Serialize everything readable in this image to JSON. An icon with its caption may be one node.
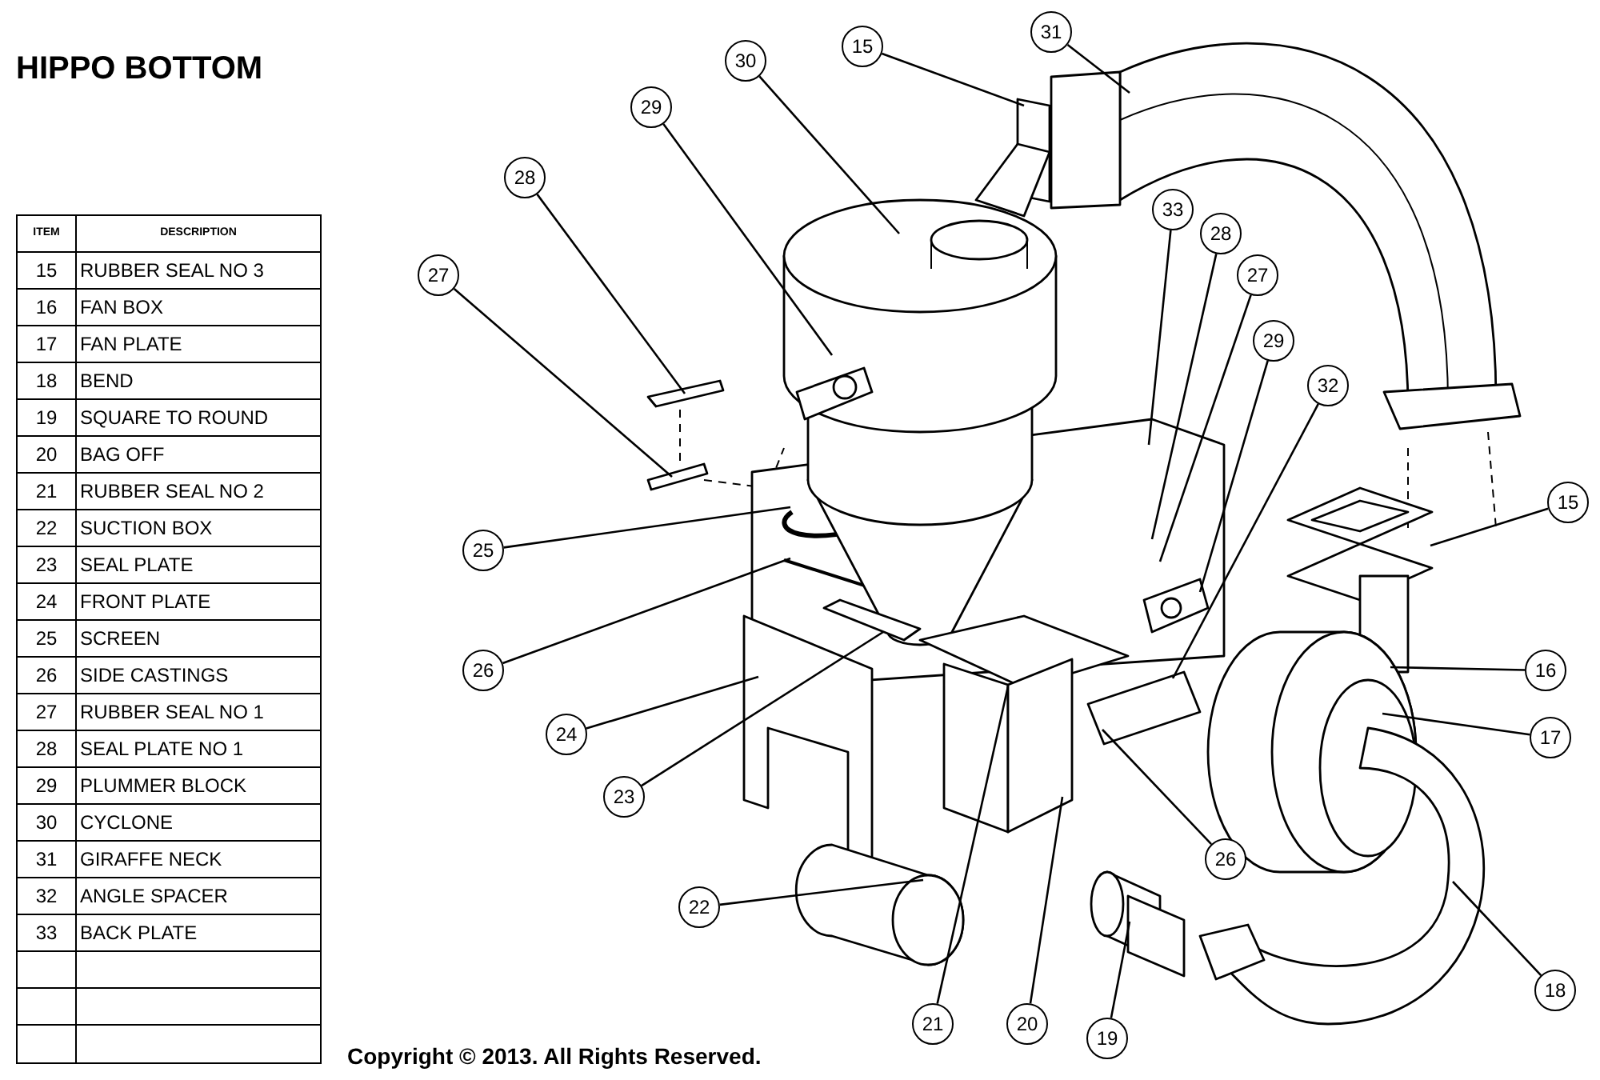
{
  "diagram": {
    "title": "HIPPO BOTTOM",
    "caption": "Copyright © 2013. All Rights Reserved.",
    "nodes": [
      {
        "text": [
          "31"
        ]
      },
      {
        "text": [
          "15"
        ]
      },
      {
        "text": [
          "30"
        ]
      },
      {
        "text": [
          "29"
        ]
      },
      {
        "text": [
          "28"
        ]
      },
      {
        "text": [
          "27"
        ]
      },
      {
        "text": [
          "33"
        ]
      },
      {
        "text": [
          "28"
        ]
      },
      {
        "text": [
          "27"
        ]
      },
      {
        "text": [
          "29"
        ]
      },
      {
        "text": [
          "32"
        ]
      },
      {
        "text": [
          "15"
        ]
      },
      {
        "text": [
          "25"
        ]
      },
      {
        "text": [
          "26"
        ]
      },
      {
        "text": [
          "16"
        ]
      },
      {
        "text": [
          "17"
        ]
      },
      {
        "text": [
          "24"
        ]
      },
      {
        "text": [
          "23"
        ]
      },
      {
        "text": [
          "26"
        ]
      },
      {
        "text": [
          "22"
        ]
      },
      {
        "text": [
          "21"
        ]
      },
      {
        "text": [
          "20"
        ]
      },
      {
        "text": [
          "19"
        ]
      },
      {
        "text": [
          "18"
        ]
      }
    ],
    "edges": [
      {
        "from": 0,
        "to": null,
        "arrow": "none"
      },
      {
        "from": 1,
        "to": null,
        "arrow": "none"
      },
      {
        "from": 2,
        "to": null,
        "arrow": "none"
      },
      {
        "from": 3,
        "to": null,
        "arrow": "none"
      },
      {
        "from": 4,
        "to": null,
        "arrow": "none"
      },
      {
        "from": 5,
        "to": null,
        "arrow": "none"
      },
      {
        "from": 6,
        "to": null,
        "arrow": "none"
      },
      {
        "from": 7,
        "to": null,
        "arrow": "none"
      },
      {
        "from": 8,
        "to": null,
        "arrow": "none"
      },
      {
        "from": 9,
        "to": null,
        "arrow": "none"
      },
      {
        "from": 10,
        "to": null,
        "arrow": "none"
      },
      {
        "from": 11,
        "to": null,
        "arrow": "none"
      },
      {
        "from": 12,
        "to": null,
        "arrow": "none"
      },
      {
        "from": 13,
        "to": null,
        "arrow": "none"
      },
      {
        "from": 14,
        "to": null,
        "arrow": "none"
      },
      {
        "from": 15,
        "to": null,
        "arrow": "none"
      },
      {
        "from": 16,
        "to": null,
        "arrow": "none"
      },
      {
        "from": 17,
        "to": null,
        "arrow": "none"
      },
      {
        "from": 18,
        "to": null,
        "arrow": "none"
      },
      {
        "from": 19,
        "to": null,
        "arrow": "none"
      },
      {
        "from": 20,
        "to": null,
        "arrow": "none"
      },
      {
        "from": 21,
        "to": null,
        "arrow": "none"
      },
      {
        "from": 22,
        "to": null,
        "arrow": "none"
      },
      {
        "from": 23,
        "to": null,
        "arrow": "none"
      }
    ],
    "labels": [
      "ITEM",
      "DESCRIPTION",
      "15",
      "RUBBER SEAL NO 3",
      "16",
      "FAN BOX",
      "17",
      "FAN PLATE",
      "18",
      "BEND",
      "19",
      "SQUARE TO ROUND",
      "20",
      "BAG OFF",
      "21",
      "RUBBER SEAL NO 2",
      "22",
      "SUCTION BOX",
      "23",
      "SEAL PLATE",
      "24",
      "FRONT PLATE",
      "25",
      "SCREEN",
      "26",
      "SIDE CASTINGS",
      "27",
      "RUBBER SEAL NO 1",
      "28",
      "SEAL PLATE NO 1",
      "29",
      "PLUMMER BLOCK",
      "30",
      "CYCLONE",
      "31",
      "GIRAFFE NECK",
      "32",
      "ANGLE SPACER",
      "33",
      "BACK PLATE"
    ]
  }
}
